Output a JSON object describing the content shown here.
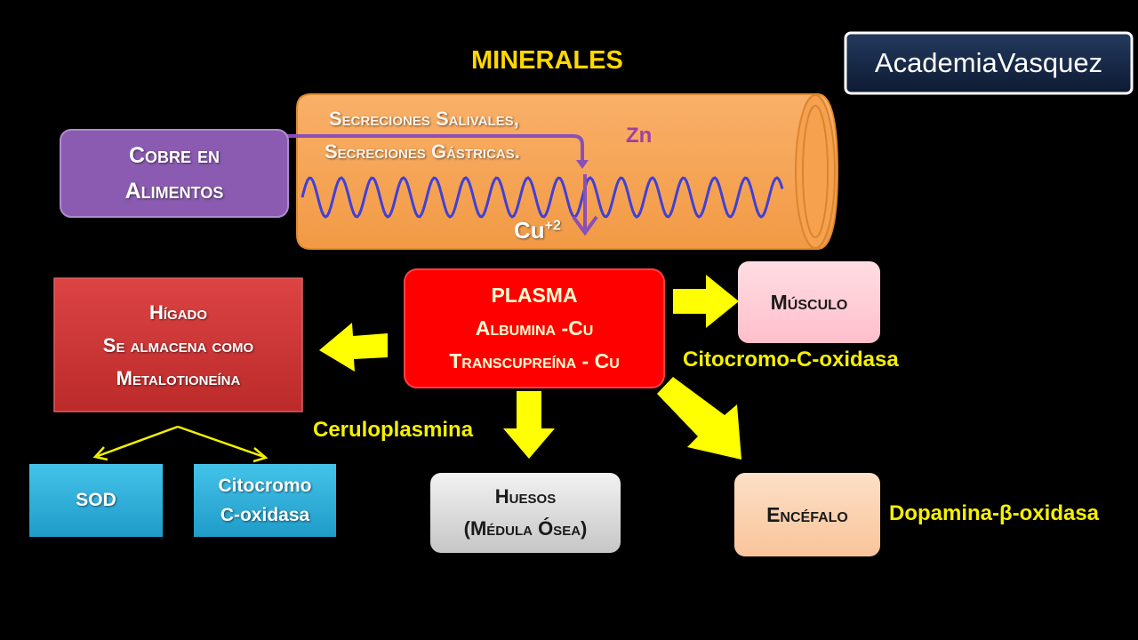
{
  "title": "MINERALES",
  "logo": "AcademiaVasquez",
  "intestine": {
    "line1": "Secreciones Salivales,",
    "line2": "Secreciones Gástricas.",
    "zn": "Zn",
    "cu_base": "Cu",
    "cu_sup": "+2"
  },
  "cobre_box": {
    "line1": "Cobre en",
    "line2": "Alimentos"
  },
  "plasma_box": {
    "line1": "PLASMA",
    "line2": "Albumina -Cu",
    "line3": "Transcupreína - Cu"
  },
  "higado_box": {
    "line1": "Hígado",
    "line2": "Se almacena como",
    "line3": "Metalotioneína"
  },
  "sod_box": {
    "label": "SOD"
  },
  "cito_box": {
    "line1": "Citocromo",
    "line2": "C-oxidasa"
  },
  "huesos_box": {
    "line1": "Huesos",
    "line2": "(Médula Ósea)"
  },
  "musculo_box": {
    "label": "Músculo"
  },
  "encefalo_box": {
    "label": "Encéfalo"
  },
  "labels": {
    "ceruloplasmina": "Ceruloplasmina",
    "citocromo_oxidasa": "Citocromo-C-oxidasa",
    "dopamina": "Dopamina-β-oxidasa"
  },
  "colors": {
    "title_yellow": "#ffd800",
    "label_yellow": "#f5f000",
    "arrow_yellow": "#ffff00",
    "intestine_orange": "#f7a552",
    "purple": "#8a5bb0",
    "red": "#ff0000",
    "dark_red": "#cc3333",
    "cyan": "#2eaed8",
    "gray": "#d9d9d9",
    "pink": "#ffcfd8",
    "peach": "#fcd3b0",
    "wave_blue": "#4040d8",
    "magenta_zn": "#a040a0"
  }
}
